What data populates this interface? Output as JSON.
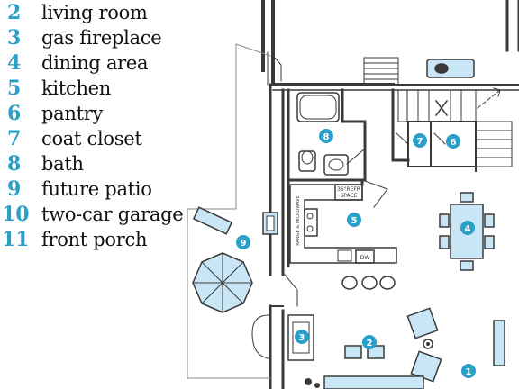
{
  "legend": [
    {
      "num": "2",
      "label": "living room"
    },
    {
      "num": "3",
      "label": "gas fireplace"
    },
    {
      "num": "4",
      "label": "dining area"
    },
    {
      "num": "5",
      "label": "kitchen"
    },
    {
      "num": "6",
      "label": "pantry"
    },
    {
      "num": "7",
      "label": "coat closet"
    },
    {
      "num": "8",
      "label": "bath"
    },
    {
      "num": "9",
      "label": "future patio"
    },
    {
      "num": "10",
      "label": "two-car garage"
    },
    {
      "num": "11",
      "label": "front porch"
    }
  ],
  "markers": {
    "m1": "1",
    "m2": "2",
    "m3": "3",
    "m4": "4",
    "m5": "5",
    "m6": "6",
    "m7": "7",
    "m8": "8",
    "m9": "9"
  },
  "plan_labels": {
    "refrigerator": "36\"REFR",
    "refrigerator_space": "SPACE",
    "range_microwave": "RANGE & MICROWAVE",
    "dishwasher": "DW"
  },
  "colors": {
    "marker": "#2a9fc9",
    "furniture": "#c9e6f6",
    "wall": "#3a3a3a",
    "legend_number": "#2a9fc9"
  }
}
